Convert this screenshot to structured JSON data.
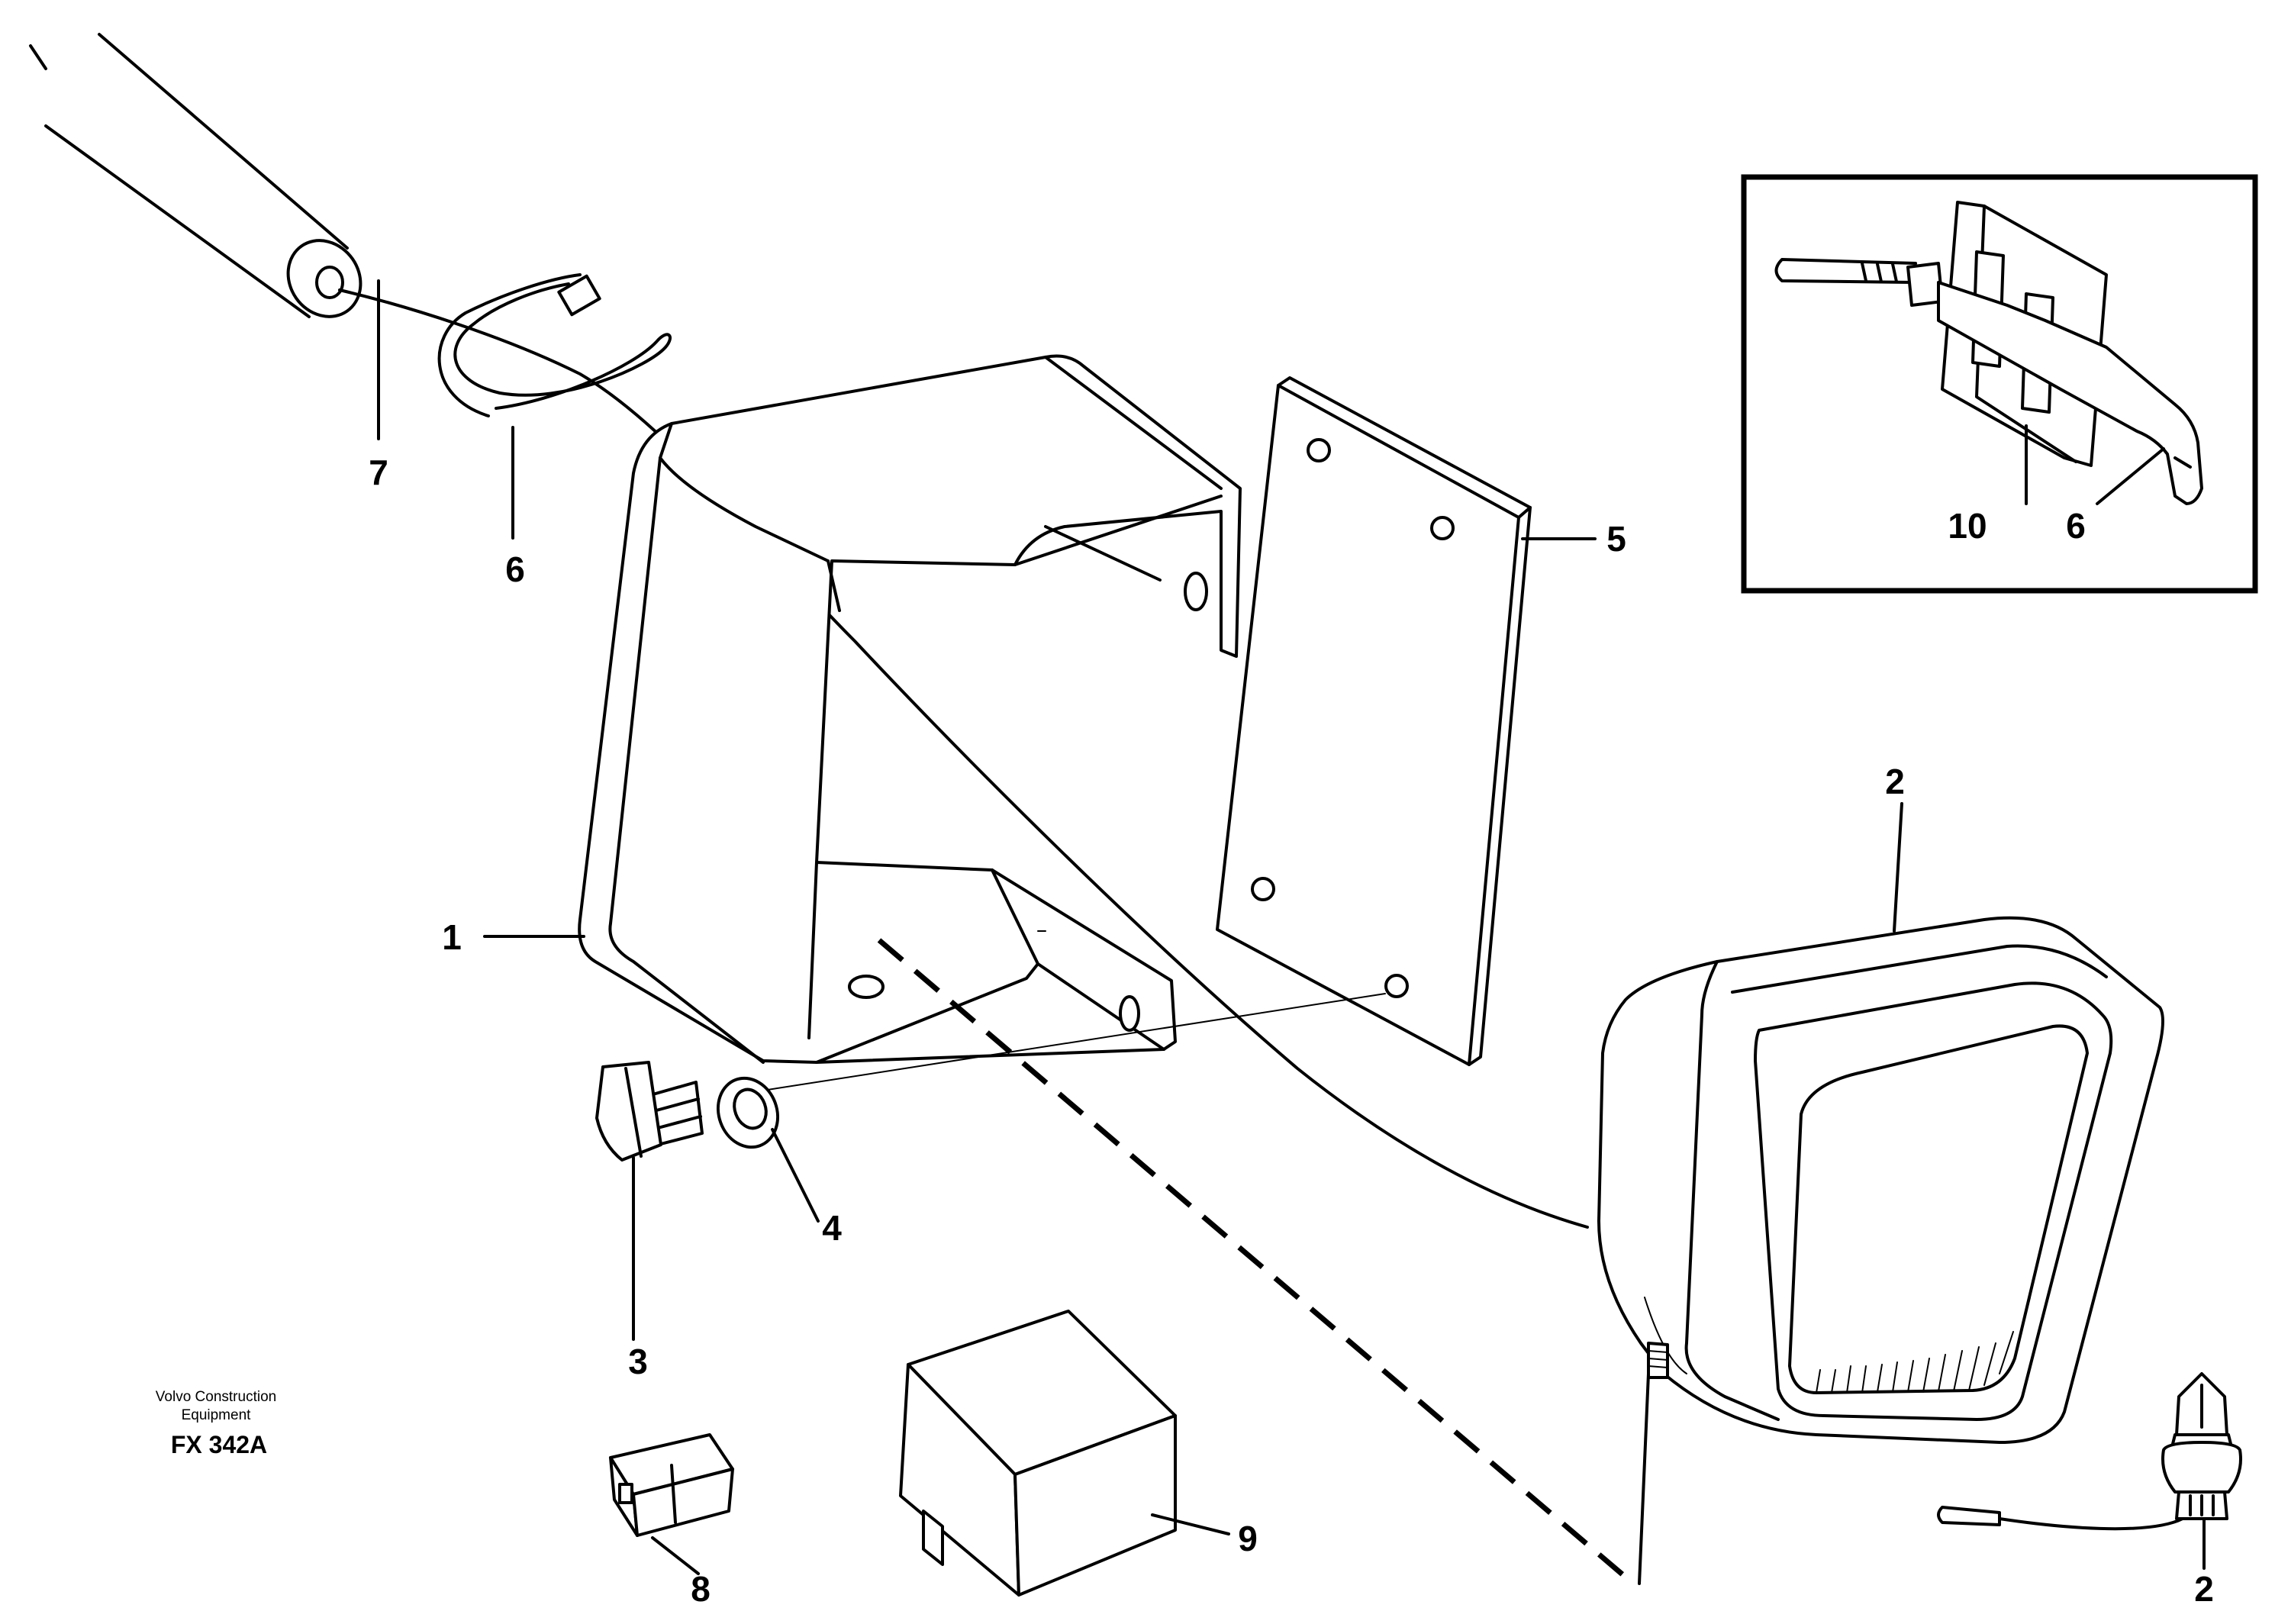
{
  "caption": {
    "line1": "Volvo Construction",
    "line2": "Equipment",
    "code": "FX 342A"
  },
  "callouts": {
    "p1": "1",
    "p2_lamp": "2",
    "p2_bulb": "2",
    "p3": "3",
    "p4": "4",
    "p5": "5",
    "p6": "6",
    "p6_inset": "6",
    "p7": "7",
    "p8": "8",
    "p9": "9",
    "p10": "10"
  }
}
